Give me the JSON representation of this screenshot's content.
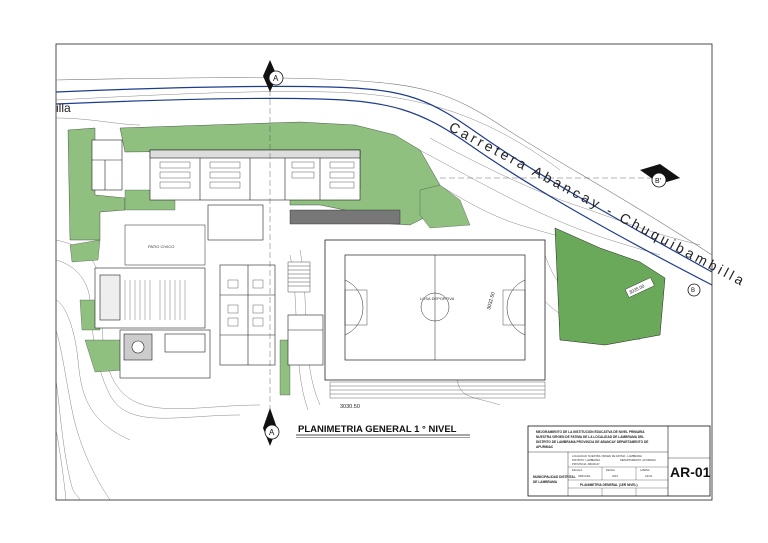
{
  "plan": {
    "title": "PLANIMETRIA GENERAL 1 ° NIVEL",
    "road_label": "Carretera Abancay - Chuquibambilla",
    "road_label_left": "illa",
    "section_markers": [
      "A",
      "A",
      "B'",
      "B"
    ],
    "court_label": "LOSA DEPORTIVA",
    "patio_label": "PATIO CIVICO",
    "level_labels": [
      "3030.50",
      "3032.50",
      "3035.00"
    ],
    "palette": {
      "green_area": "#8fc07f",
      "green_dark": "#6aa85a",
      "road_blue": "#1f3c8c",
      "line": "#222222"
    }
  },
  "title_block": {
    "project": "MEJORAMIENTO DE LA INSTITUCION EDUCATIVA DE NIVEL PRIMARIA NUESTRA VIRGEN DE FATIMA DE LA LOCALIDAD DE LAMBRAMA DEL DISTRITO DE LAMBRAMA PROVINCIA DE ABANCAY DEPARTAMENTO DE APURIMAC",
    "sheet_code": "AR-01",
    "sheet_name": "PLANIMETRIA GENERAL (1ER NIVEL)",
    "owner": "MUNICIPALIDAD DISTRITAL DE LAMBRAMA",
    "location_lines": [
      "LOCALIDAD: NUESTRA VIRGEN DE FATIMA - LAMBRAMA",
      "DISTRITO: LAMBRAMA",
      "PROVINCIA: ABANCAY",
      "DEPARTAMENTO: APURIMAC"
    ],
    "fields": [
      "ESCALA",
      "FECHA",
      "LAMINA"
    ],
    "field_values": [
      "INDICADA",
      "2023",
      "AR-01"
    ]
  }
}
